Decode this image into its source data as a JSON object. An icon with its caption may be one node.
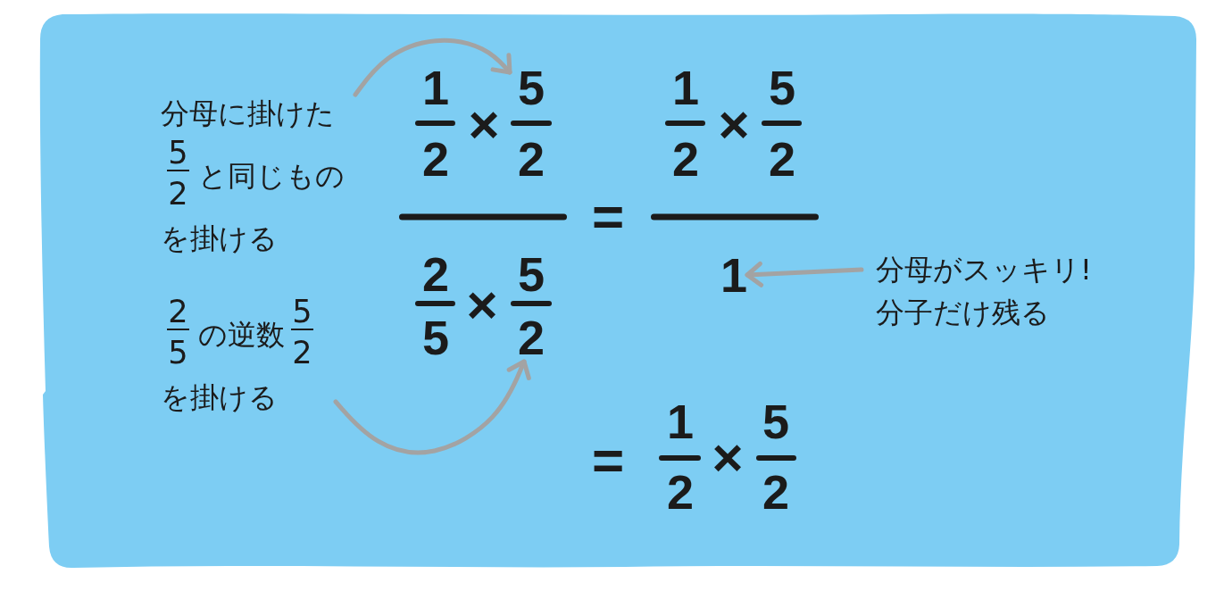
{
  "diagram": {
    "nodes": [
      {
        "text": [
          "分母に掛けた$^{5}$$_{2}$と同じものを掛ける"
        ]
      },
      {
        "text": [
          "5",
          "2"
        ]
      },
      {
        "text": [
          "$^{2}$$_{5}$の逆数$^{5}$$_{2}$を掛ける"
        ]
      },
      {
        "text": [
          "5",
          "2"
        ]
      },
      {
        "text": [
          "1"
        ]
      },
      {
        "text": [
          "分母がスッキリ!分子だけ残る"
        ]
      }
    ],
    "edges": [
      {
        "from": 0,
        "to": 1,
        "arrow": "to"
      },
      {
        "from": 2,
        "to": 3,
        "arrow": "to"
      },
      {
        "from": 5,
        "to": 4,
        "arrow": "to"
      }
    ],
    "labels": [
      "1",
      "2",
      "×",
      "2",
      "5",
      "×",
      "=",
      "1",
      "2",
      "×",
      "5",
      "2",
      "=",
      "1",
      "2",
      "×",
      "5",
      "2"
    ]
  }
}
